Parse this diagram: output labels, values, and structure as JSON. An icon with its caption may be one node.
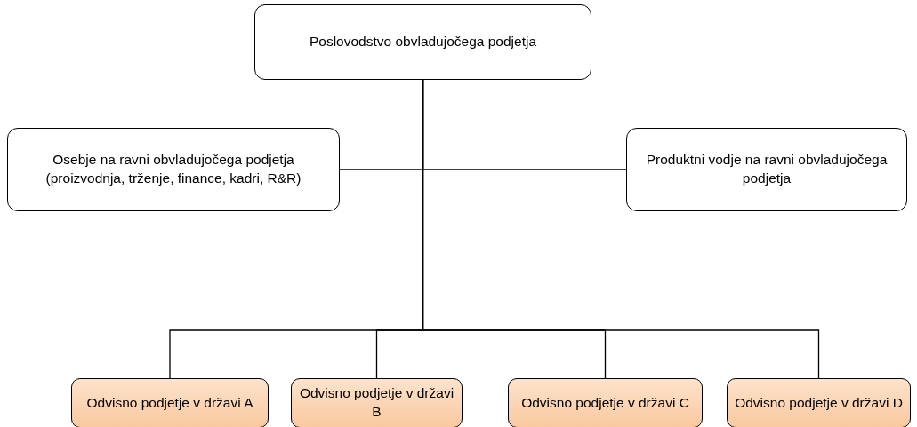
{
  "diagram": {
    "nodes": [
      {
        "text": [
          "Poslovodstvo obvladujočega podjetja"
        ]
      },
      {
        "text": [
          "Osebje na ravni obvladujočega podjetja (proizvodnja, trženje, finance, kadri, R&R)"
        ]
      },
      {
        "text": [
          "Produktni vodje na ravni obvladujočega podjetja"
        ]
      },
      {
        "text": [
          "Odvisno podjetje v državi A"
        ]
      },
      {
        "text": [
          "Odvisno podjetje v državi B"
        ]
      },
      {
        "text": [
          "Odvisno podjetje v državi C"
        ]
      },
      {
        "text": [
          "Odvisno podjetje v državi D"
        ]
      }
    ],
    "edges": [
      {
        "from": 0,
        "to": 1,
        "arrow": "none"
      },
      {
        "from": 0,
        "to": 2,
        "arrow": "none"
      },
      {
        "from": 0,
        "to": 3,
        "arrow": "none"
      },
      {
        "from": 0,
        "to": 4,
        "arrow": "none"
      },
      {
        "from": 0,
        "to": 5,
        "arrow": "none"
      },
      {
        "from": 0,
        "to": 6,
        "arrow": "none"
      }
    ]
  }
}
